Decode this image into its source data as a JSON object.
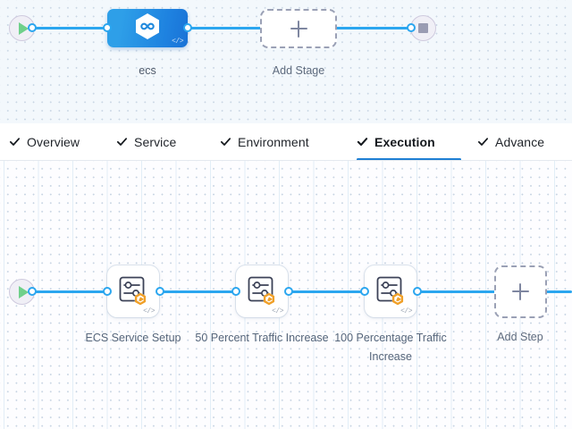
{
  "stage_graph": {
    "start_node": {
      "name": "start",
      "icon": "play-icon"
    },
    "stage": {
      "label": "ecs",
      "icon": "ecs-hexagon-icon",
      "code_glyph": "</>"
    },
    "add_stage": {
      "label": "Add Stage",
      "icon": "plus-icon"
    },
    "end_node": {
      "name": "end",
      "icon": "stop-icon"
    }
  },
  "tabs": [
    {
      "label": "Overview",
      "checked": true,
      "active": false
    },
    {
      "label": "Service",
      "checked": true,
      "active": false
    },
    {
      "label": "Environment",
      "checked": true,
      "active": false
    },
    {
      "label": "Execution",
      "checked": true,
      "active": true
    },
    {
      "label": "Advance",
      "checked": true,
      "active": false
    }
  ],
  "execution_graph": {
    "start_node": {
      "name": "start",
      "icon": "play-icon"
    },
    "steps": [
      {
        "label": "ECS Service\nSetup",
        "icon": "settings-sliders-icon",
        "badge": "hexagon-badge",
        "code_glyph": "</>"
      },
      {
        "label": "50 Percent\nTraffic Increase",
        "icon": "settings-sliders-icon",
        "badge": "hexagon-badge",
        "code_glyph": "</>"
      },
      {
        "label": "100 Percentage\nTraffic Increase",
        "icon": "settings-sliders-icon",
        "badge": "hexagon-badge",
        "code_glyph": "</>"
      }
    ],
    "add_step": {
      "label": "Add Step",
      "icon": "plus-icon"
    }
  },
  "colors": {
    "wire": "#2ba6ef",
    "stage_blue": "#1e82e0",
    "active_tab_underline": "#1e7fd4",
    "badge_orange": "#f0a028",
    "play_green": "#6fd08a",
    "stage_canvas_bg": "#f3f8fc",
    "step_canvas_bg": "#fdfdff"
  }
}
